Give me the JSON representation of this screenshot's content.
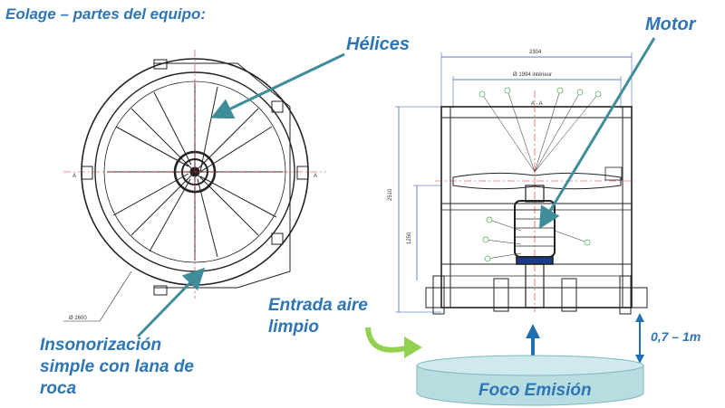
{
  "title": "Eolage – partes del equipo:",
  "labels": {
    "helices": "Hélices",
    "motor": "Motor",
    "entrada_aire": "Entrada aire limpio",
    "insonorizacion": "Insonorización simple con lana de roca",
    "height_range": "0,7 – 1m",
    "foco_emision": "Foco Emisión"
  },
  "drawing": {
    "diameter_front": "Ø 2600",
    "width_total": "2304",
    "inner_diameter": "Ø 1994 intérieur",
    "height_total": "2510",
    "height_lower": "1250",
    "section_mark": "A",
    "section_label": "A - A"
  },
  "colors": {
    "label_blue": "#2e75b6",
    "arrow_teal": "#3f8c9a",
    "arrow_green": "#92d050",
    "arrow_blue": "#1f6fb2",
    "emission_fill": "#b7dde1"
  }
}
